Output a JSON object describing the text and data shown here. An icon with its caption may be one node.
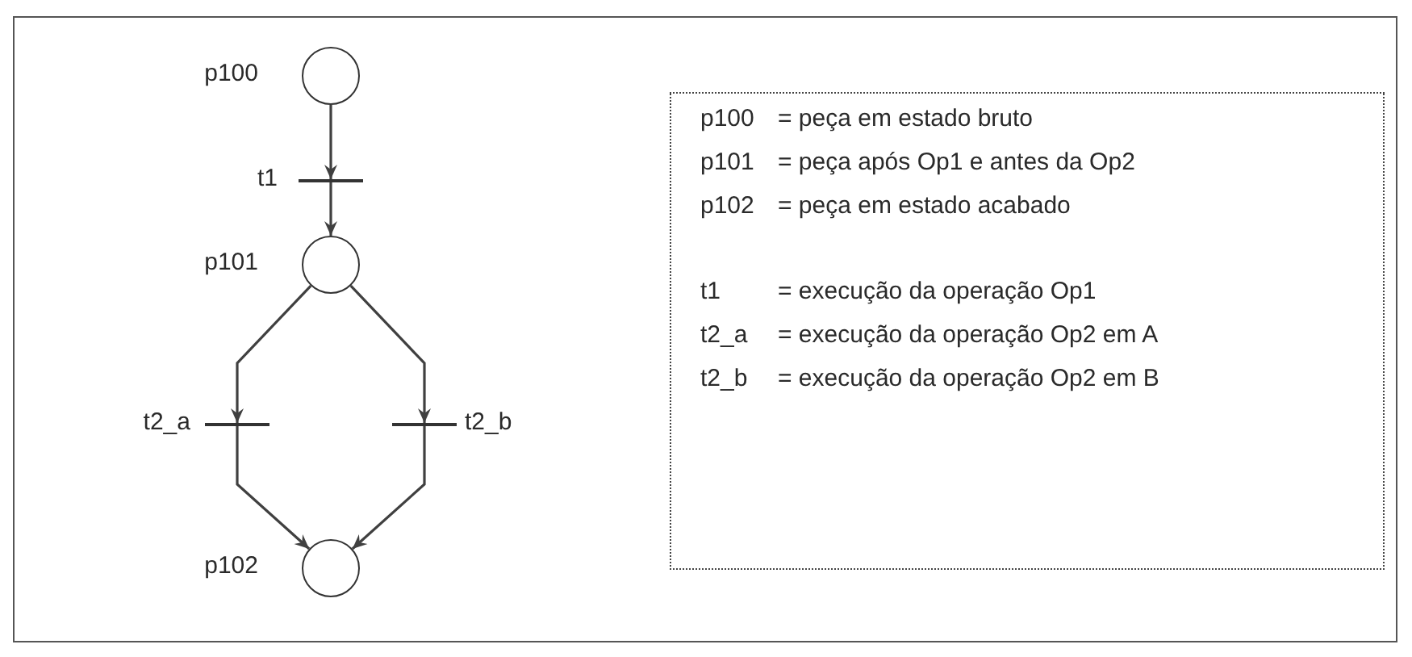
{
  "diagram": {
    "nodes": [
      {
        "text": [],
        "shape": "circle",
        "beside": [
          "p100"
        ]
      },
      {
        "text": [],
        "shape": "bar",
        "beside": [
          "t1"
        ]
      },
      {
        "text": [],
        "shape": "circle",
        "beside": [
          "p101"
        ]
      },
      {
        "text": [],
        "shape": "bar",
        "beside": [
          "t2_a"
        ]
      },
      {
        "text": [],
        "shape": "bar",
        "beside": [
          "t2_b"
        ]
      },
      {
        "text": [],
        "shape": "circle",
        "beside": [
          "p102"
        ]
      },
      {
        "text": [
          "p100",
          "= peça em estado bruto",
          "p101",
          "= peça após Op1 e antes da Op2",
          "p102",
          "= peça em estado acabado",
          "t1",
          "= execução da operação Op1",
          "t2_a",
          "= execução da operação Op2 em A",
          "t2_b",
          "= execução da operação Op2 em B"
        ]
      }
    ],
    "edges": [
      {
        "from": 0,
        "to": 1,
        "arrow": "to"
      },
      {
        "from": 1,
        "to": 2,
        "arrow": "to"
      },
      {
        "from": 2,
        "to": 3,
        "arrow": "to"
      },
      {
        "from": 2,
        "to": 4,
        "arrow": "to"
      },
      {
        "from": 3,
        "to": 5,
        "arrow": "to"
      },
      {
        "from": 4,
        "to": 5,
        "arrow": "to"
      }
    ]
  }
}
